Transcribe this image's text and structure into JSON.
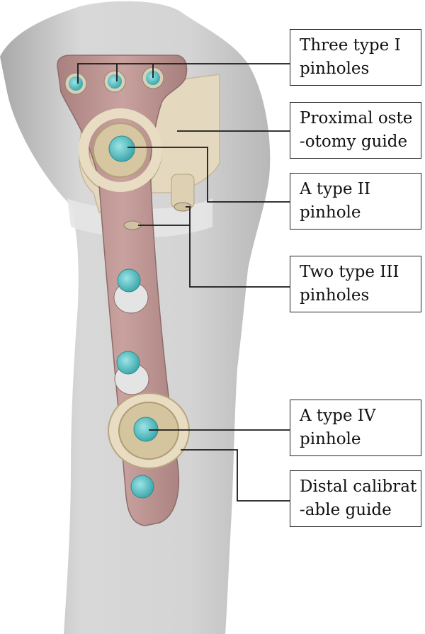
{
  "labels": [
    {
      "id": "type1",
      "lines": [
        "Three type I",
        "pinholes"
      ]
    },
    {
      "id": "prox",
      "lines": [
        "Proximal oste",
        "-otomy guide"
      ]
    },
    {
      "id": "type2",
      "lines": [
        "A type II",
        "pinhole"
      ]
    },
    {
      "id": "type3",
      "lines": [
        "Two type III",
        "pinholes"
      ]
    },
    {
      "id": "type4",
      "lines": [
        "A type IV",
        "pinhole"
      ]
    },
    {
      "id": "distal",
      "lines": [
        "Distal calibrat",
        "-able guide"
      ]
    }
  ],
  "colors": {
    "bone": "#d2d2d2",
    "plate": "#c49a98",
    "guide": "#e2d6bd",
    "pin": "#6fcfd2",
    "leader": "#1a1a1a"
  }
}
